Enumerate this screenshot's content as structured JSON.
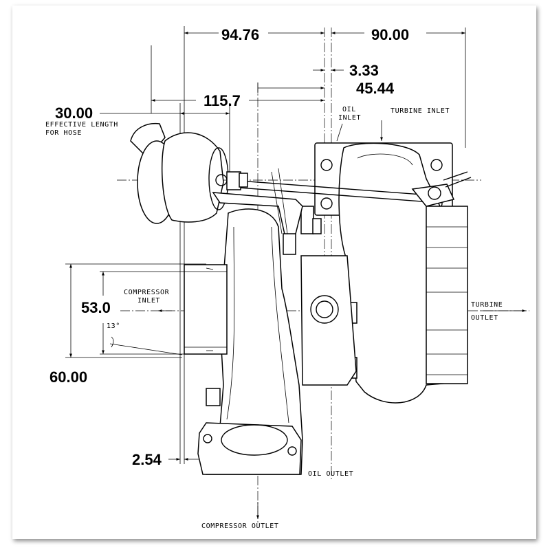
{
  "dimensions": {
    "d_94_76": "94.76",
    "d_90_00": "90.00",
    "d_3_33": "3.33",
    "d_45_44": "45.44",
    "d_115_7": "115.7",
    "d_30_00": "30.00",
    "d_53_0": "53.0",
    "d_60_00": "60.00",
    "d_2_54": "2.54",
    "angle_13": "13°"
  },
  "labels": {
    "effective_length_1": "EFFECTIVE LENGTH",
    "effective_length_2": "FOR HOSE",
    "oil_inlet_1": "OIL",
    "oil_inlet_2": "INLET",
    "turbine_inlet": "TURBINE INLET",
    "compressor_inlet_1": "COMPRESSOR",
    "compressor_inlet_2": "INLET",
    "turbine_outlet_1": "TURBINE",
    "turbine_outlet_2": "OUTLET",
    "oil_outlet": "OIL OUTLET",
    "compressor_outlet": "COMPRESSOR OUTLET"
  }
}
